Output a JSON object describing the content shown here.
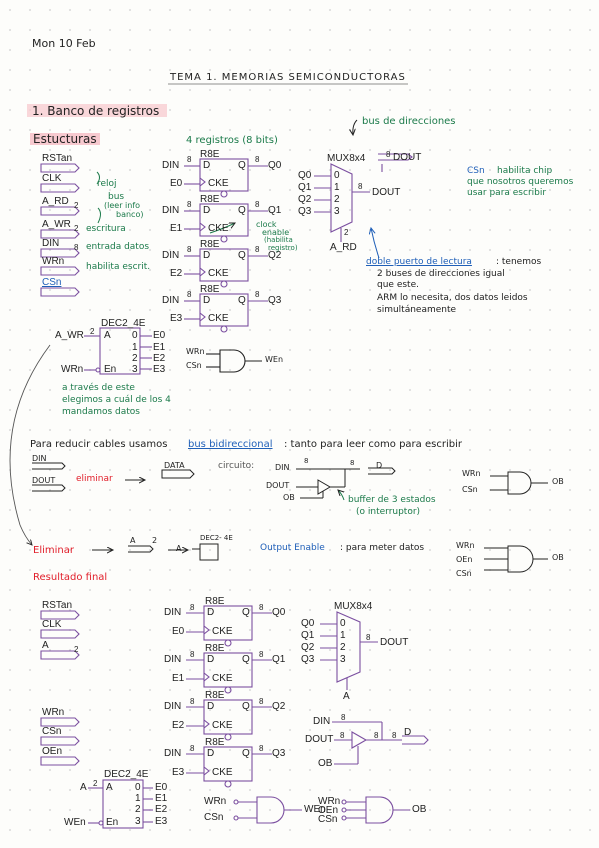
{
  "header": {
    "date": "Mon 10 Feb",
    "title": "TEMA 1. MEMORIAS SEMICONDUCTORAS",
    "section": "1. Banco de registros"
  },
  "estructuras": {
    "heading": "Estucturas",
    "signals": [
      "RSTan",
      "CLK",
      "A_RD",
      "A_WR",
      "DIN",
      "WRn",
      "CSn"
    ],
    "widths": {
      "a_rd": "2",
      "a_wr": "2",
      "din": "8"
    },
    "notes": {
      "clk": "reloj",
      "bus": "bus",
      "bus_sub": "(leer info",
      "bus_sub2": "banco)",
      "escritura": "escritura",
      "entrada": "entrada datos",
      "habilita": "habilita escrit."
    }
  },
  "registers": {
    "caption": "4 registros (8 bits)",
    "name": "R8E",
    "din": "DIN",
    "d": "D",
    "q": "Q",
    "cke": "CKE",
    "width": "8",
    "enables": [
      "E0",
      "E1",
      "E2",
      "E3"
    ],
    "outputs": [
      "Q0",
      "Q1",
      "Q2",
      "Q3"
    ],
    "clock_note": "clock",
    "enable_note": "enable",
    "enable_note2": "(habilita",
    "enable_note3": "registro)"
  },
  "mux": {
    "name": "MUX8x4",
    "bus_note": "bus de direcciones",
    "dout": "DOUT",
    "sel": "A_RD",
    "sel_w": "2",
    "inputs": [
      "Q0",
      "Q1",
      "Q2",
      "Q3"
    ],
    "ports": [
      "0",
      "1",
      "2",
      "3"
    ],
    "width": "8"
  },
  "csn_note": {
    "line1": "CSn",
    "line1b": "habilita chip",
    "line2": "que nosotros queremos",
    "line3": "usar para escribir"
  },
  "read_port_note": {
    "line1a": "doble puerto de lectura",
    "line1b": ": tenemos",
    "line2": "2 buses de direcciones igual",
    "line3": "que este.",
    "line4": "ARM lo necesita, dos datos leidos",
    "line5": "simultáneamente"
  },
  "decoder": {
    "name": "DEC2_4E",
    "a": "A_WR",
    "w": "2",
    "en_in": "WRn",
    "a_port": "A",
    "en_port": "En",
    "ports": [
      "0",
      "1",
      "2",
      "3"
    ],
    "outputs": [
      "E0",
      "E1",
      "E2",
      "E3"
    ]
  },
  "gate1": {
    "in1": "WRn",
    "in2": "CSn",
    "out": "WEn"
  },
  "decoder_note": {
    "line1": "a través de este",
    "line2": "elegimos a cuál de los 4",
    "line3": "mandamos datos"
  },
  "bus_section": {
    "text1": "Para reducir cables usamos",
    "bus_word": "bus bidireccional",
    "text2": ": tanto para leer como para escribir",
    "din": "DIN",
    "dout": "DOUT",
    "eliminar": "eliminar",
    "data": "DATA",
    "circuito": "circuito:",
    "c_din": "DIN",
    "c_dout": "DOUT",
    "c_ob": "OB",
    "c_w": "8",
    "c_d": "D",
    "buffer_note": "buffer de 3 estados",
    "buffer_note2": "(o interruptor)",
    "g_wrn": "WRn",
    "g_csn": "CSn",
    "g_ob": "OB"
  },
  "eliminar_section": {
    "eliminar": "Eliminar",
    "a": "A",
    "w": "2",
    "a2": "A",
    "dec": "DEC2- 4E",
    "oe_label": "Output Enable",
    "oe_text": ": para meter datos",
    "g_wrn": "WRn",
    "g_oen": "OEn",
    "g_csn": "CSn",
    "g_ob": "OB"
  },
  "final": {
    "heading": "Resultado final",
    "signals_top": [
      "RSTan",
      "CLK",
      "A"
    ],
    "a_w": "2",
    "signals_bottom": [
      "WRn",
      "CSn",
      "OEn"
    ],
    "reg_name": "R8E",
    "din": "DIN",
    "d": "D",
    "q": "Q",
    "cke": "CKE",
    "w": "8",
    "enables": [
      "E0",
      "E1",
      "E2",
      "E3"
    ],
    "outputs": [
      "Q0",
      "Q1",
      "Q2",
      "Q3"
    ],
    "mux": "MUX8x4",
    "mux_inputs": [
      "Q0",
      "Q1",
      "Q2",
      "Q3"
    ],
    "mux_ports": [
      "0",
      "1",
      "2",
      "3"
    ],
    "mux_out": "DOUT",
    "mux_sel": "A",
    "dec": "DEC2_4E",
    "dec_a": "A",
    "dec_w": "2",
    "dec_en": "WEn",
    "dec_a_port": "A",
    "dec_en_port": "En",
    "dec_ports": [
      "0",
      "1",
      "2",
      "3"
    ],
    "dec_outputs": [
      "E0",
      "E1",
      "E2",
      "E3"
    ],
    "buf_din": "DIN",
    "buf_dout": "DOUT",
    "buf_ob": "OB",
    "buf_d": "D",
    "buf_w": "8",
    "g1_in1": "WRn",
    "g1_in2": "CSn",
    "g1_out": "WEn",
    "g2_in1": "WRn",
    "g2_in2": "OEn",
    "g2_in3": "CSn",
    "g2_out": "OB"
  },
  "colors": {
    "ink": "#222222",
    "green": "#1b7a4a",
    "blue": "#1f5fb8",
    "red": "#e11e2a",
    "purple": "#7b4fa0",
    "highlight": "#f7c9cf"
  }
}
